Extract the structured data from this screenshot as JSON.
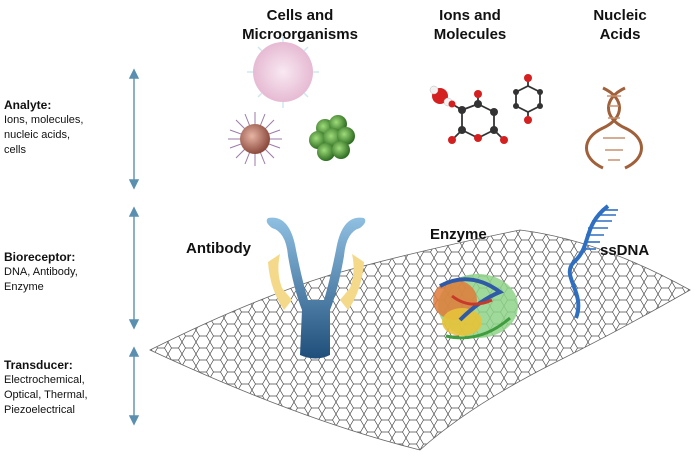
{
  "left_panel": {
    "analyte": {
      "title": "Analyte:",
      "items": [
        "Ions, molecules,",
        "nucleic acids,",
        "cells"
      ]
    },
    "bioreceptor": {
      "title": "Bioreceptor:",
      "items": [
        "DNA, Antibody,",
        "Enzyme"
      ]
    },
    "transducer": {
      "title": "Transducer:",
      "items": [
        "Electrochemical,",
        "Optical, Thermal,",
        "Piezoelectrical"
      ]
    }
  },
  "column_headers": {
    "cells": [
      "Cells and",
      "Microorganisms"
    ],
    "ions": [
      "Ions and",
      "Molecules"
    ],
    "nucleic": [
      "Nucleic",
      "Acids"
    ]
  },
  "bioreceptor_labels": {
    "antibody": "Antibody",
    "enzyme": "Enzyme",
    "ssdna": "ssDNA"
  },
  "colors": {
    "arrow": "#5b8fb0",
    "antibody_dark": "#1f4e7a",
    "antibody_light": "#7fb3d8",
    "antibody_fragment": "#f5d98a",
    "dna_strand": "#2f6fc1",
    "dna_helix": "#a0603a",
    "graphene": "#555555",
    "virus_pink": "#e8b7d4",
    "virus_brown": "#a86a5b",
    "bacteria_green": "#3f8c2e"
  }
}
